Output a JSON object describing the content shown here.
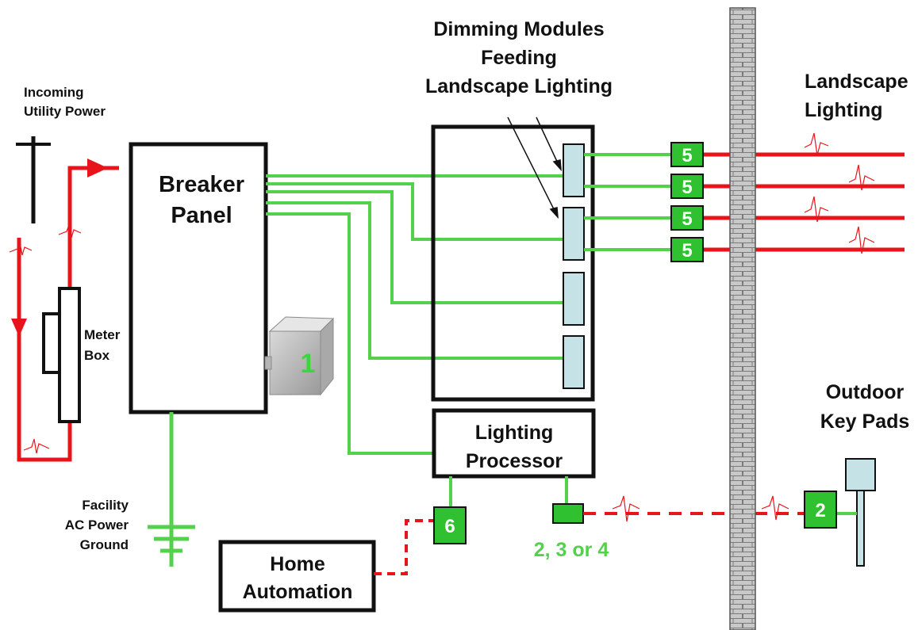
{
  "labels": {
    "incoming_utility_power": [
      "Incoming",
      "Utility Power"
    ],
    "meter_box": [
      "Meter",
      "Box"
    ],
    "breaker_panel": [
      "Breaker",
      "Panel"
    ],
    "facility_ground": [
      "Facility",
      "AC Power",
      "Ground"
    ],
    "dimming_modules": [
      "Dimming Modules",
      "Feeding",
      "Landscape Lighting"
    ],
    "landscape_lighting": [
      "Landscape",
      "Lighting"
    ],
    "outdoor_key_pads": [
      "Outdoor",
      "Key Pads"
    ],
    "lighting_processor": [
      "Lighting",
      "Processor"
    ],
    "home_automation": [
      "Home",
      "Automation"
    ],
    "interface_options": "2, 3 or 4"
  },
  "badges": {
    "surge_protector": "1",
    "output_protectors": [
      "5",
      "5",
      "5",
      "5"
    ],
    "keypad_protector": "2",
    "home_automation_protector": "6"
  },
  "colors": {
    "power_line": "#e8141b",
    "control_line": "#55d04c",
    "badge_fill": "#2fc12f",
    "module_fill": "#c5e3e7",
    "wall_fill": "#c8c8c8",
    "surge_text": "#3bd63b"
  }
}
